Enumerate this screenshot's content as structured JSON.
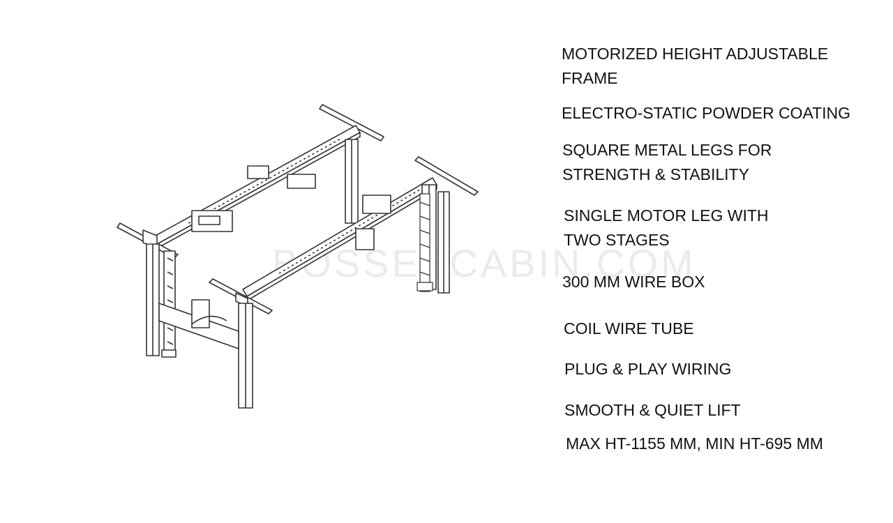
{
  "watermark": "BOSSESCABIN.COM",
  "features": [
    {
      "lines": [
        "MOTORIZED HEIGHT ADJUSTABLE",
        "FRAME"
      ]
    },
    {
      "lines": [
        "ELECTRO-STATIC POWDER COATING"
      ]
    },
    {
      "lines": [
        "SQUARE METAL LEGS FOR",
        "STRENGTH & STABILITY"
      ]
    },
    {
      "lines": [
        "SINGLE MOTOR LEG WITH",
        "TWO STAGES"
      ]
    },
    {
      "lines": [
        "300 MM WIRE BOX"
      ]
    },
    {
      "lines": [
        "COIL WIRE TUBE"
      ]
    },
    {
      "lines": [
        "PLUG & PLAY WIRING"
      ]
    },
    {
      "lines": [
        "SMOOTH & QUIET LIFT"
      ]
    },
    {
      "lines": [
        "MAX HT-1155 MM, MIN HT-695 MM"
      ]
    }
  ]
}
